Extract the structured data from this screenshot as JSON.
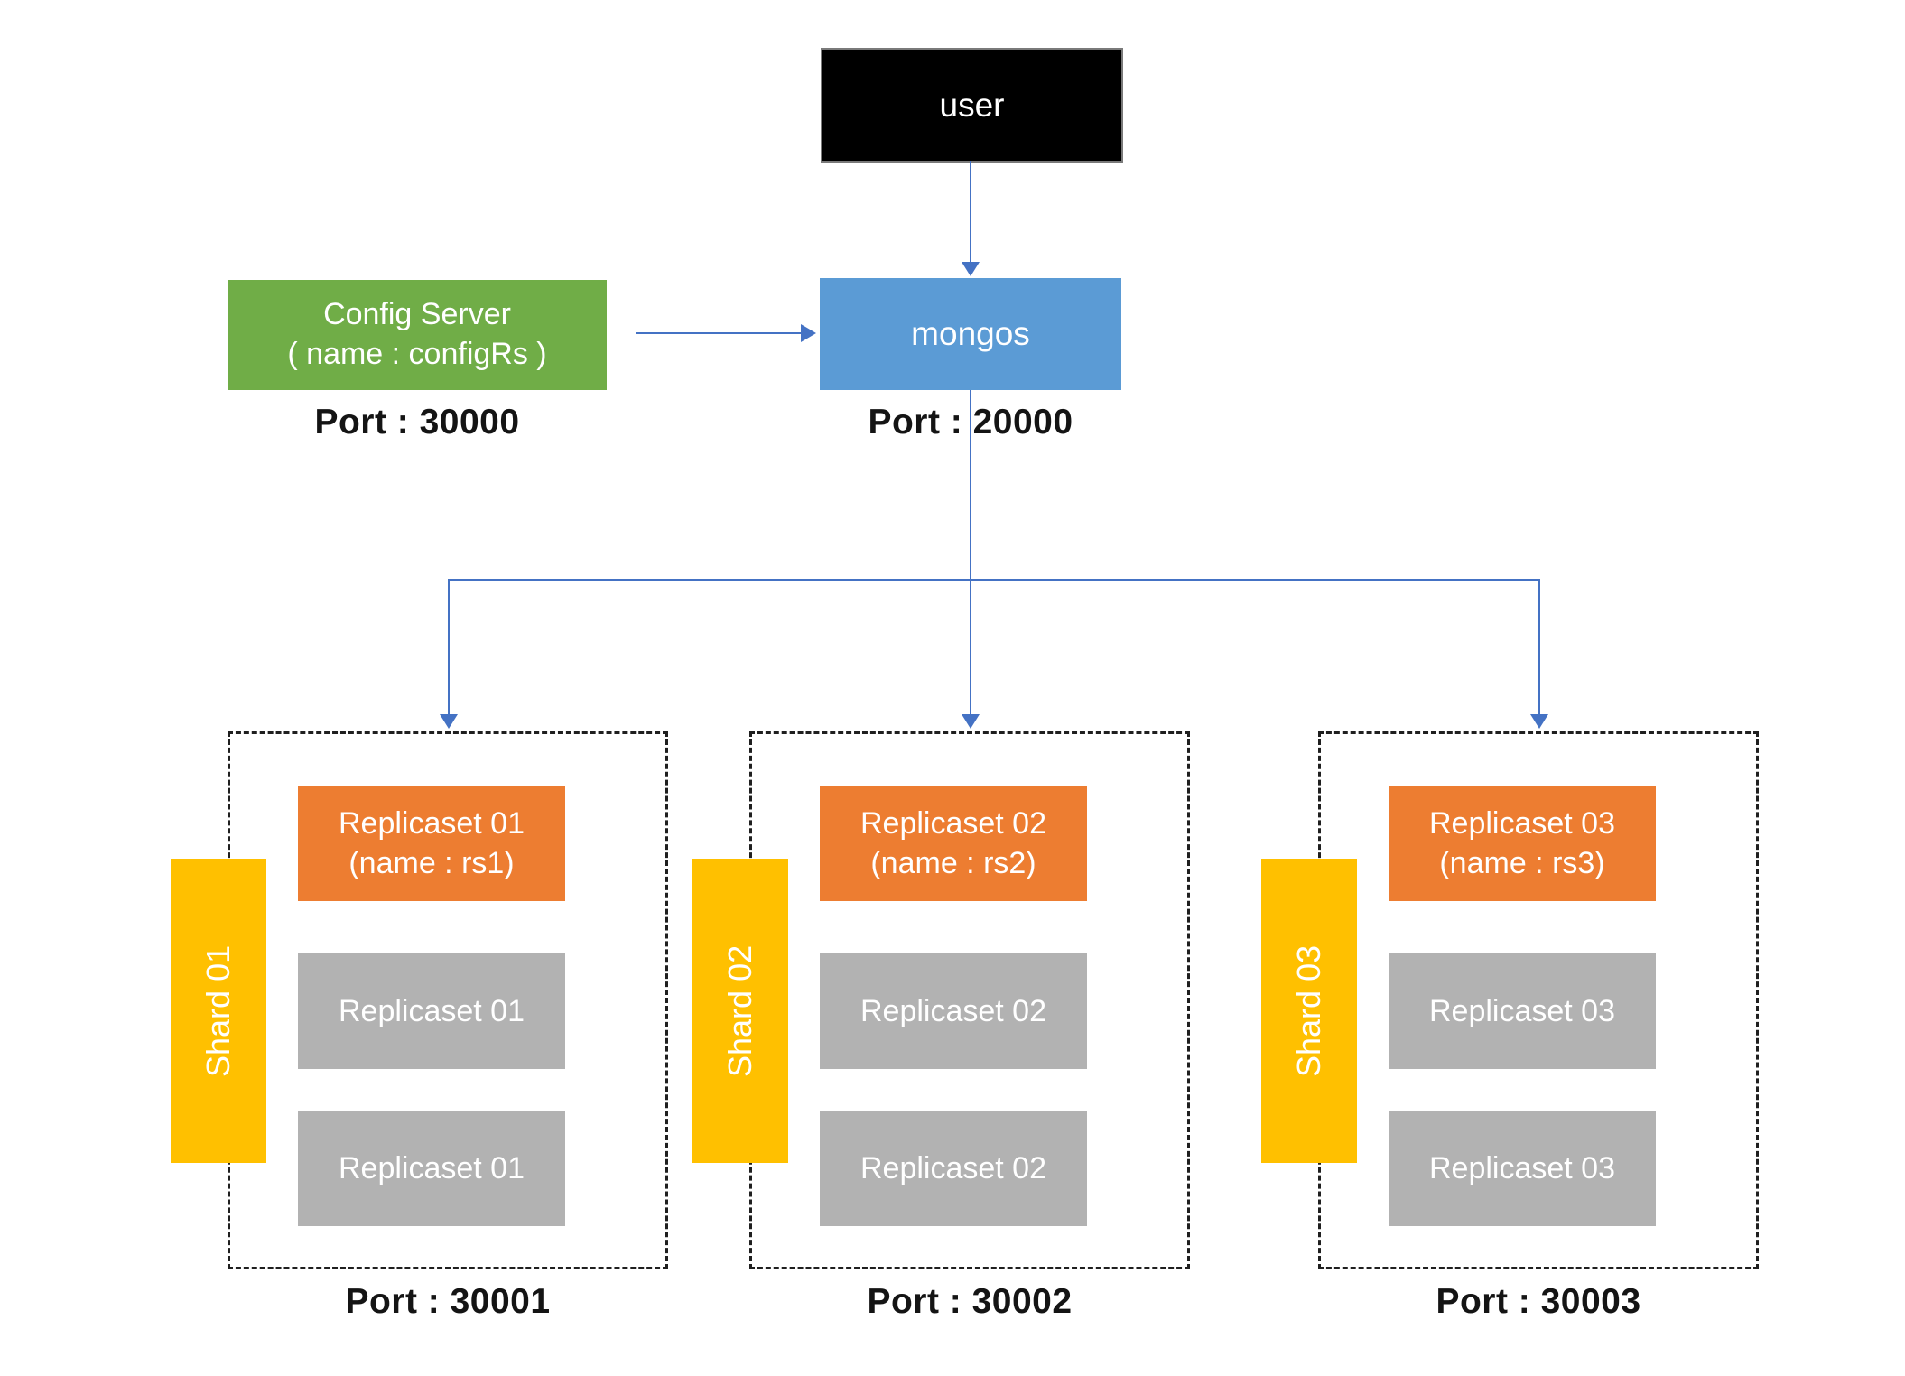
{
  "colors": {
    "black": "#000000",
    "green": "#70AD47",
    "blue": "#5B9BD5",
    "orange": "#ED7D31",
    "yellow": "#FFC000",
    "gray": "#B2B2B2",
    "connector": "#4472C4",
    "ink": "#141414"
  },
  "nodes": {
    "user": {
      "label": "user"
    },
    "config_server": {
      "line1": "Config Server",
      "line2": "( name : configRs )",
      "port": "Port : 30000"
    },
    "mongos": {
      "label": "mongos",
      "port": "Port : 20000"
    }
  },
  "shards": [
    {
      "tab": "Shard 01",
      "primary_line1": "Replicaset 01",
      "primary_line2": "(name : rs1)",
      "secondary_1": "Replicaset 01",
      "secondary_2": "Replicaset 01",
      "port": "Port : 30001"
    },
    {
      "tab": "Shard 02",
      "primary_line1": "Replicaset 02",
      "primary_line2": "(name : rs2)",
      "secondary_1": "Replicaset 02",
      "secondary_2": "Replicaset 02",
      "port": "Port : 30002"
    },
    {
      "tab": "Shard 03",
      "primary_line1": "Replicaset 03",
      "primary_line2": "(name : rs3)",
      "secondary_1": "Replicaset 03",
      "secondary_2": "Replicaset 03",
      "port": "Port : 30003"
    }
  ]
}
